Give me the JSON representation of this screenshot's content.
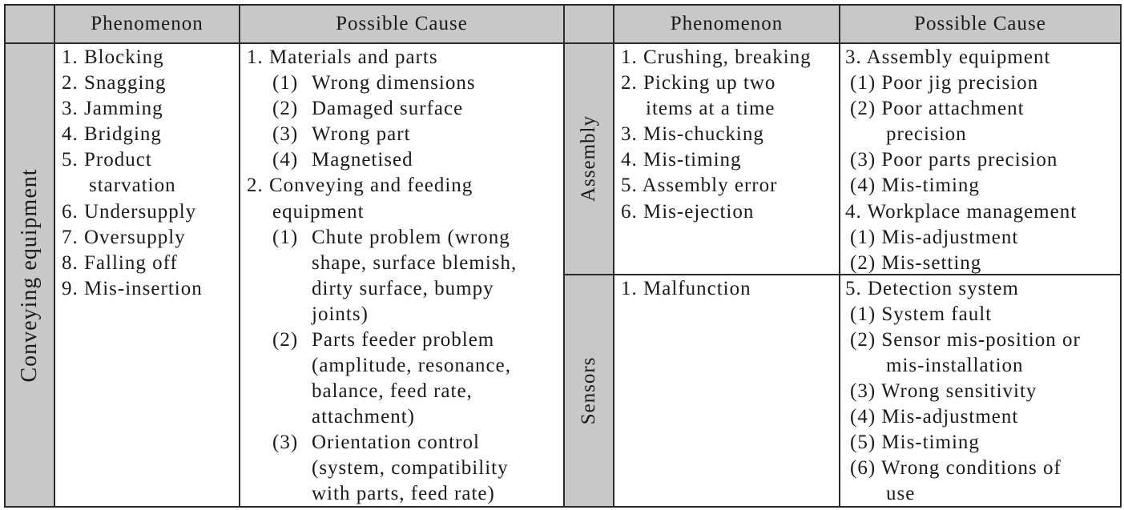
{
  "header": {
    "left_phenomenon": "Phenomenon",
    "left_cause": "Possible Cause",
    "right_phenomenon": "Phenomenon",
    "right_cause": "Possible Cause"
  },
  "sections": {
    "conveying": "Conveying equipment",
    "assembly": "Assembly",
    "sensors": "Sensors"
  },
  "conveying_phenomena": [
    "1.  Blocking",
    "2.  Snagging",
    "3.  Jamming",
    "4.  Bridging",
    "5.  Product",
    "starvation",
    "6.  Undersupply",
    "7.  Oversupply",
    "8.  Falling off",
    "9.  Mis-insertion"
  ],
  "conveying_causes": [
    "1. Materials and parts",
    "(1)",
    "Wrong dimensions",
    "(2)",
    "Damaged surface",
    "(3)",
    "Wrong part",
    "(4)",
    "Magnetised",
    "2. Conveying and feeding",
    "equipment",
    "(1)",
    "Chute problem (wrong",
    "shape, surface blemish,",
    "dirty surface, bumpy",
    "joints)",
    "(2)",
    "Parts feeder problem",
    "(amplitude, resonance,",
    "balance, feed rate,",
    "attachment)",
    "(3)",
    "Orientation control",
    "(system, compatibility",
    "with parts, feed rate)"
  ],
  "assembly_phenomena": [
    "1. Crushing, breaking",
    "2. Picking up two",
    "items at a time",
    "3. Mis-chucking",
    "4. Mis-timing",
    "5. Assembly error",
    "6. Mis-ejection"
  ],
  "assembly_causes": [
    "3.  Assembly equipment",
    "(1) Poor jig precision",
    "(2) Poor attachment",
    "precision",
    "(3) Poor parts precision",
    "(4) Mis-timing",
    "4.  Workplace management",
    "(1) Mis-adjustment",
    "(2) Mis-setting"
  ],
  "sensors_phenomena": [
    "1. Malfunction"
  ],
  "sensors_causes": [
    "5.  Detection system",
    "(1) System fault",
    "(2) Sensor mis-position or",
    "mis-installation",
    "(3) Wrong sensitivity",
    "(4) Mis-adjustment",
    "(5) Mis-timing",
    "(6) Wrong conditions of",
    "use"
  ]
}
